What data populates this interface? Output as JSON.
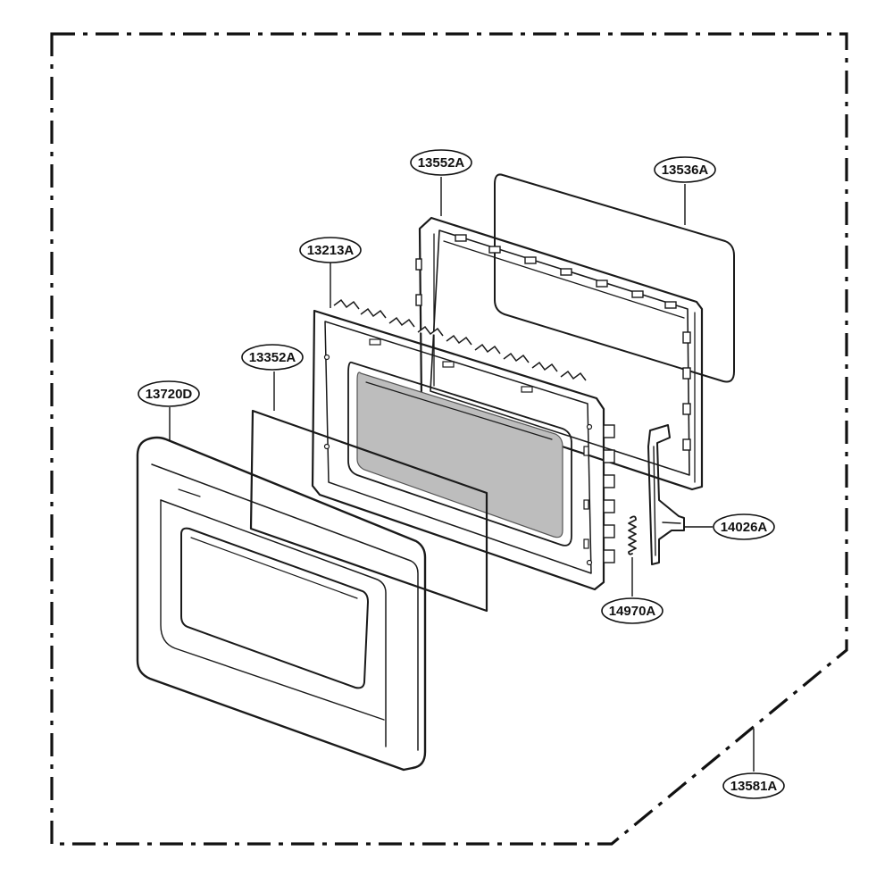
{
  "parts": [
    {
      "id": "door_frame",
      "number": "13720D"
    },
    {
      "id": "door_panel",
      "number": "13352A"
    },
    {
      "id": "door_assembly",
      "number": "13213A"
    },
    {
      "id": "choke_cover",
      "number": "13552A"
    },
    {
      "id": "door_screen",
      "number": "13536A"
    },
    {
      "id": "latch",
      "number": "14026A"
    },
    {
      "id": "spring",
      "number": "14970A"
    },
    {
      "id": "door_complete",
      "number": "13581A"
    }
  ],
  "colors": {
    "line": "#1a1a1a",
    "background": "#ffffff",
    "glass": "#bdbdbd"
  }
}
